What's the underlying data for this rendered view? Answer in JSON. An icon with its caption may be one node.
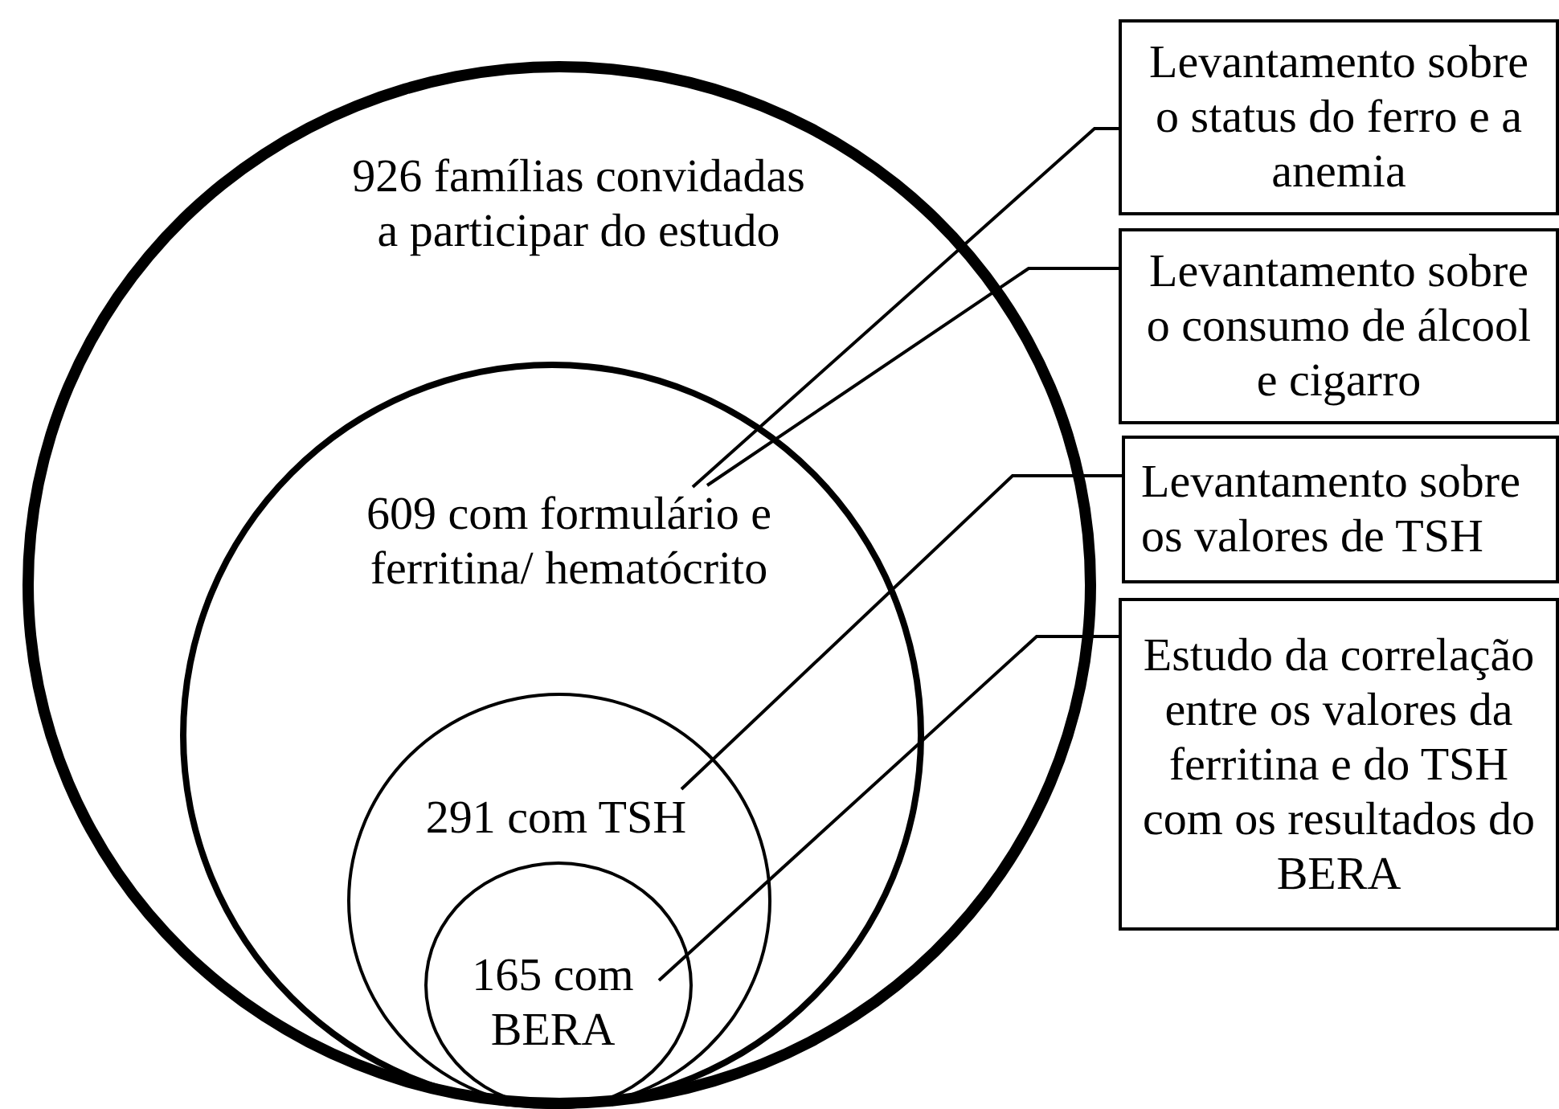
{
  "diagram": {
    "nodes": [
      {
        "text": [
          "926 famílias convidadas a participar do estudo"
        ]
      },
      {
        "text": [
          "609 com formulário e ferritina/ hematócrito"
        ],
        "in": 0
      },
      {
        "text": [
          "291 com TSH"
        ],
        "in": 1
      },
      {
        "text": [
          "165 com BERA"
        ],
        "in": 2
      },
      {
        "text": [
          "Levantamento sobre o status do ferro e a anemia"
        ]
      },
      {
        "text": [
          "Levantamento sobre o consumo de álcool e cigarro"
        ]
      },
      {
        "text": [
          "Levantamento sobre os valores de TSH"
        ]
      },
      {
        "text": [
          "Estudo da correlação entre os valores da ferritina e do TSH com os resultados do BERA"
        ]
      }
    ],
    "edges": [
      {
        "from": 4,
        "to": 1,
        "arrow": "none"
      },
      {
        "from": 5,
        "to": 1,
        "arrow": "none"
      },
      {
        "from": 6,
        "to": 2,
        "arrow": "none"
      },
      {
        "from": 7,
        "to": 3,
        "arrow": "none"
      }
    ]
  }
}
